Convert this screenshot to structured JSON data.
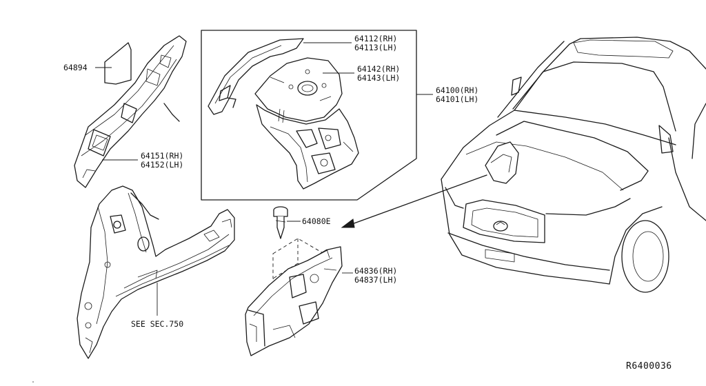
{
  "diagram": {
    "reference_code": "R6400036",
    "callouts": {
      "p64894": "64894",
      "p64151": "64151(RH)",
      "p64152": "64152(LH)",
      "p64112": "64112(RH)",
      "p64113": "64113(LH)",
      "p64142": "64142(RH)",
      "p64143": "64143(LH)",
      "p64100": "64100(RH)",
      "p64101": "64101(LH)",
      "p64080": "64080E",
      "p64836": "64836(RH)",
      "p64837": "64837(LH)",
      "see_sec": "SEE SEC.750"
    }
  }
}
